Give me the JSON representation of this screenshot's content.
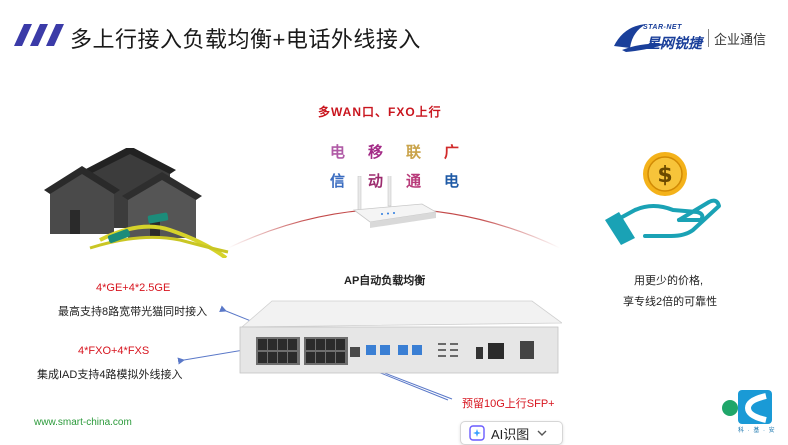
{
  "header": {
    "title": "多上行接入负载均衡+电话外线接入"
  },
  "brand": {
    "english": "STAR-NET",
    "chinese": "星网锐捷",
    "division": "企业通信"
  },
  "top": {
    "headline": "多WAN口、FXO上行",
    "carriers": [
      {
        "label": "电",
        "color": "#b05aa6"
      },
      {
        "label": "移",
        "color": "#a32a86"
      },
      {
        "label": "联",
        "color": "#c9a34a"
      },
      {
        "label": "广",
        "color": "#d12a2a"
      },
      {
        "label": "信",
        "color": "#3a6cc0"
      },
      {
        "label": "动",
        "color": "#9c2b6e"
      },
      {
        "label": "通",
        "color": "#b83b7a"
      },
      {
        "label": "电",
        "color": "#1f5aa6"
      }
    ]
  },
  "center": {
    "ap_label": "AP自动负载均衡"
  },
  "benefits": {
    "line1": "用更少的价格,",
    "line2": "享专线2倍的可靠性"
  },
  "specs": {
    "wan_ports": "4*GE+4*2.5GE",
    "wan_desc": "最高支持8路宽带光猫同时接入",
    "voice_ports": "4*FXO+4*FXS",
    "voice_desc": "集成IAD支持4路模拟外线接入",
    "sfp_note": "预留10G上行SFP+"
  },
  "footer": {
    "website": "www.smart-china.com",
    "ai_button": "AI识图",
    "corner_text": "科 · 基 · 安"
  },
  "colors": {
    "title_slash": "#3b3ba8",
    "brand_blue": "#1a3f9a",
    "accent_red": "#d7141e",
    "arrow_blue": "#5a78c8",
    "money_teal": "#1aa2b5",
    "coin_gold": "#f4b21a"
  },
  "icons": {
    "houses": "houses-fiber-icon",
    "router": "wifi-router-icon",
    "money": "hand-coin-icon",
    "device": "gateway-device-icon",
    "ai": "ai-sparkle-icon",
    "chevron": "chevron-down-icon"
  }
}
